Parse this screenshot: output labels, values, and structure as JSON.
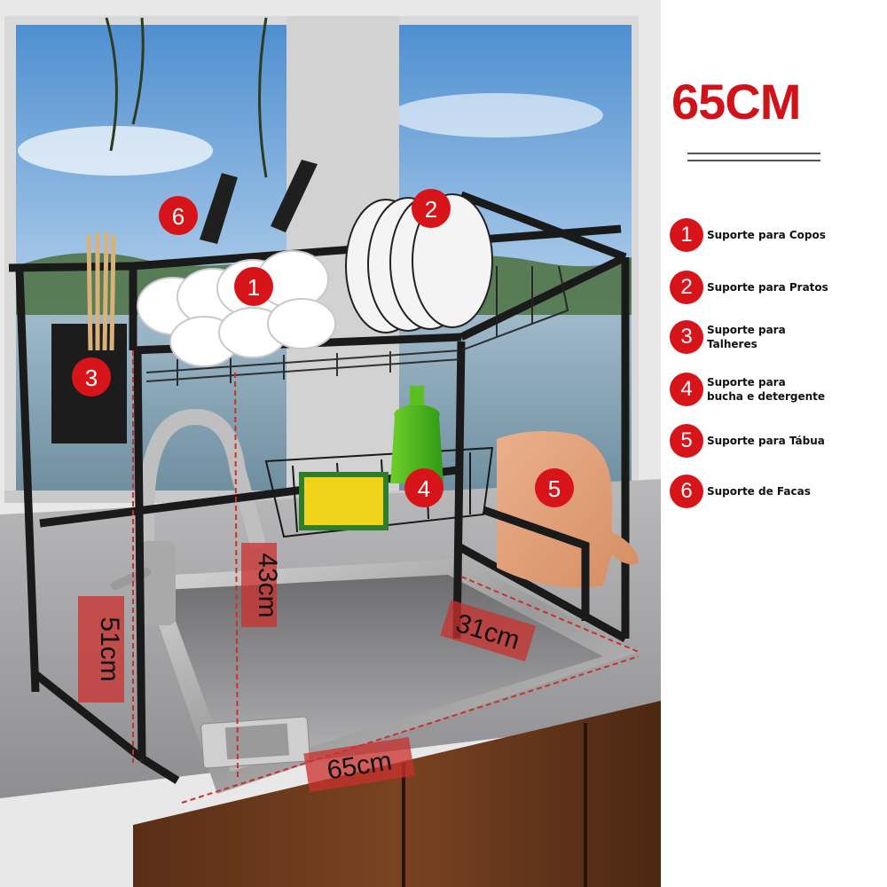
{
  "header": {
    "size_label": "65CM"
  },
  "legend": [
    {
      "number": "1",
      "text": "Suporte para Copos"
    },
    {
      "number": "2",
      "text": "Suporte para Pratos"
    },
    {
      "number": "3",
      "text": "Suporte para\nTalheres"
    },
    {
      "number": "4",
      "text": "Suporte para\nbucha e detergente"
    },
    {
      "number": "5",
      "text": "Suporte para Tábua"
    },
    {
      "number": "6",
      "text": "Suporte de Facas"
    }
  ],
  "markers": [
    "1",
    "2",
    "3",
    "4",
    "5",
    "6"
  ],
  "dimensions": {
    "height_total": "51cm",
    "height_upper": "43cm",
    "depth": "31cm",
    "width": "65cm"
  },
  "colors": {
    "accent": "#d8141b",
    "rack": "#1a1a1a",
    "dimension_box": "#c9302c"
  }
}
